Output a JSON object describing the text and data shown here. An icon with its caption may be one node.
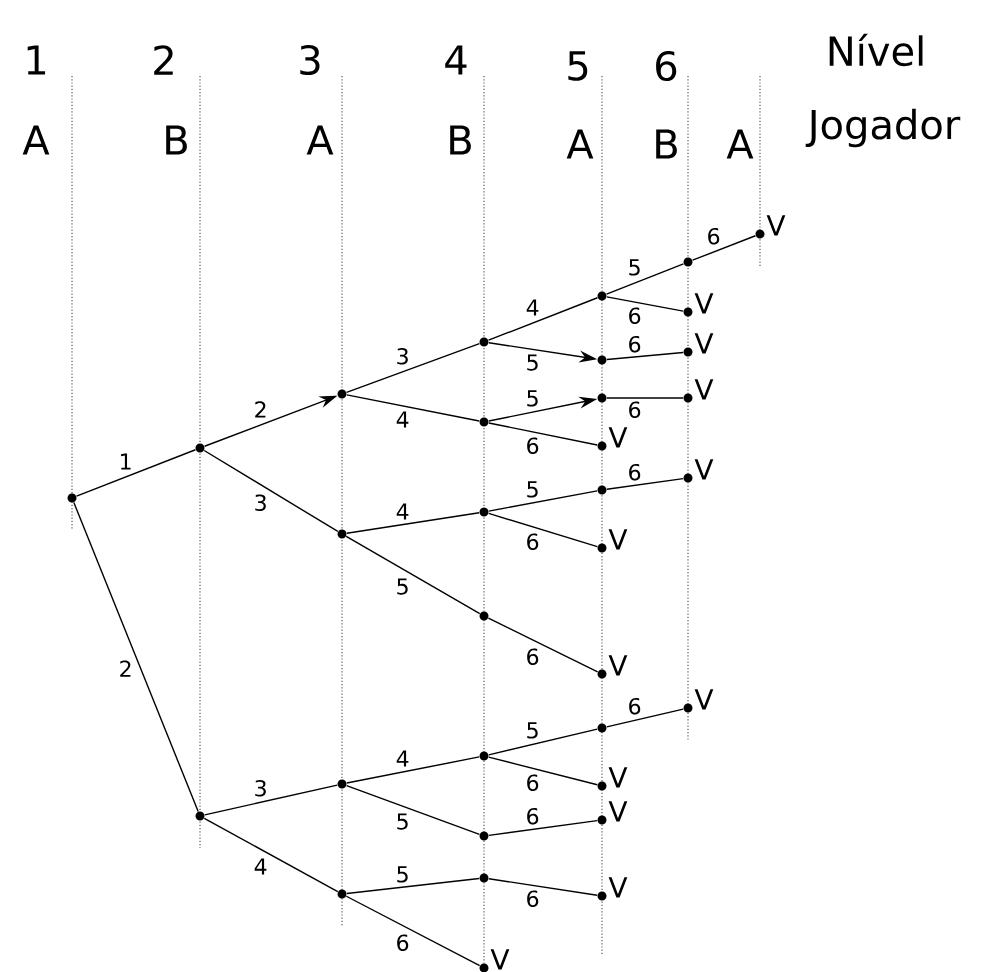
{
  "diagram": {
    "nodes": [
      {
        "text": [],
        "shape": "circle"
      },
      {
        "text": [],
        "shape": "circle"
      },
      {
        "text": [],
        "shape": "circle"
      },
      {
        "text": [],
        "shape": "circle"
      },
      {
        "text": [],
        "shape": "circle"
      },
      {
        "text": [],
        "shape": "circle"
      },
      {
        "text": [],
        "shape": "circle"
      },
      {
        "text": [],
        "shape": "circle"
      },
      {
        "text": [],
        "shape": "circle"
      },
      {
        "text": [],
        "shape": "circle"
      },
      {
        "text": [],
        "shape": "circle"
      },
      {
        "text": [],
        "shape": "circle"
      },
      {
        "text": [],
        "shape": "circle"
      },
      {
        "text": [],
        "shape": "circle"
      },
      {
        "text": [],
        "shape": "circle",
        "beside": [
          "V"
        ]
      },
      {
        "text": [],
        "shape": "circle"
      },
      {
        "text": [],
        "shape": "circle"
      },
      {
        "text": [],
        "shape": "circle"
      },
      {
        "text": [],
        "shape": "circle",
        "beside": [
          "V"
        ]
      },
      {
        "text": [],
        "shape": "circle"
      },
      {
        "text": [],
        "shape": "circle",
        "beside": [
          "V"
        ]
      },
      {
        "text": [],
        "shape": "circle",
        "beside": [
          "V"
        ]
      },
      {
        "text": [],
        "shape": "circle"
      },
      {
        "text": [],
        "shape": "circle",
        "beside": [
          "V"
        ]
      },
      {
        "text": [],
        "shape": "circle",
        "beside": [
          "V"
        ]
      },
      {
        "text": [],
        "shape": "circle",
        "beside": [
          "V"
        ]
      },
      {
        "text": [],
        "shape": "circle"
      },
      {
        "text": [],
        "shape": "circle",
        "beside": [
          "V"
        ]
      },
      {
        "text": [],
        "shape": "circle",
        "beside": [
          "V"
        ]
      },
      {
        "text": [],
        "shape": "circle",
        "beside": [
          "V"
        ]
      },
      {
        "text": [],
        "shape": "circle",
        "beside": [
          "V"
        ]
      },
      {
        "text": [],
        "shape": "circle",
        "beside": [
          "V"
        ]
      },
      {
        "text": [],
        "shape": "circle",
        "beside": [
          "V"
        ]
      }
    ],
    "edges": [
      {
        "from": 0,
        "to": 1,
        "arrow": "none",
        "label": "1"
      },
      {
        "from": 0,
        "to": 2,
        "arrow": "none",
        "label": "2"
      },
      {
        "from": 1,
        "to": 3,
        "arrow": "to",
        "label": "2"
      },
      {
        "from": 1,
        "to": 4,
        "arrow": "none",
        "label": "3"
      },
      {
        "from": 3,
        "to": 7,
        "arrow": "none",
        "label": "3"
      },
      {
        "from": 3,
        "to": 8,
        "arrow": "none",
        "label": "4"
      },
      {
        "from": 7,
        "to": 15,
        "arrow": "none",
        "label": "4"
      },
      {
        "from": 7,
        "to": 16,
        "arrow": "to",
        "label": "5"
      },
      {
        "from": 15,
        "to": 26,
        "arrow": "none",
        "label": "5"
      },
      {
        "from": 15,
        "to": 27,
        "arrow": "none",
        "label": "6"
      },
      {
        "from": 26,
        "to": 32,
        "arrow": "none",
        "label": "6"
      },
      {
        "from": 16,
        "to": 28,
        "arrow": "none",
        "label": "6"
      },
      {
        "from": 8,
        "to": 17,
        "arrow": "to",
        "label": "5"
      },
      {
        "from": 8,
        "to": 18,
        "arrow": "none",
        "label": "6"
      },
      {
        "from": 17,
        "to": 29,
        "arrow": "none",
        "label": "6"
      },
      {
        "from": 4,
        "to": 9,
        "arrow": "none",
        "label": "4"
      },
      {
        "from": 4,
        "to": 10,
        "arrow": "none",
        "label": "5"
      },
      {
        "from": 9,
        "to": 19,
        "arrow": "none",
        "label": "5"
      },
      {
        "from": 9,
        "to": 20,
        "arrow": "none",
        "label": "6"
      },
      {
        "from": 19,
        "to": 30,
        "arrow": "none",
        "label": "6"
      },
      {
        "from": 10,
        "to": 21,
        "arrow": "none",
        "label": "6"
      },
      {
        "from": 2,
        "to": 5,
        "arrow": "none",
        "label": "3"
      },
      {
        "from": 2,
        "to": 6,
        "arrow": "none",
        "label": "4"
      },
      {
        "from": 5,
        "to": 11,
        "arrow": "none",
        "label": "4"
      },
      {
        "from": 5,
        "to": 12,
        "arrow": "none",
        "label": "5"
      },
      {
        "from": 11,
        "to": 22,
        "arrow": "none",
        "label": "5"
      },
      {
        "from": 11,
        "to": 23,
        "arrow": "none",
        "label": "6"
      },
      {
        "from": 22,
        "to": 31,
        "arrow": "none",
        "label": "6"
      },
      {
        "from": 12,
        "to": 24,
        "arrow": "none",
        "label": "6"
      },
      {
        "from": 6,
        "to": 13,
        "arrow": "none",
        "label": "5"
      },
      {
        "from": 6,
        "to": 14,
        "arrow": "none",
        "label": "6"
      },
      {
        "from": 13,
        "to": 25,
        "arrow": "none",
        "label": "6"
      }
    ],
    "labels": [
      "1",
      "2",
      "3",
      "4",
      "5",
      "6",
      "Nível",
      "A",
      "B",
      "A",
      "B",
      "A",
      "B",
      "A",
      "Jogador"
    ]
  }
}
